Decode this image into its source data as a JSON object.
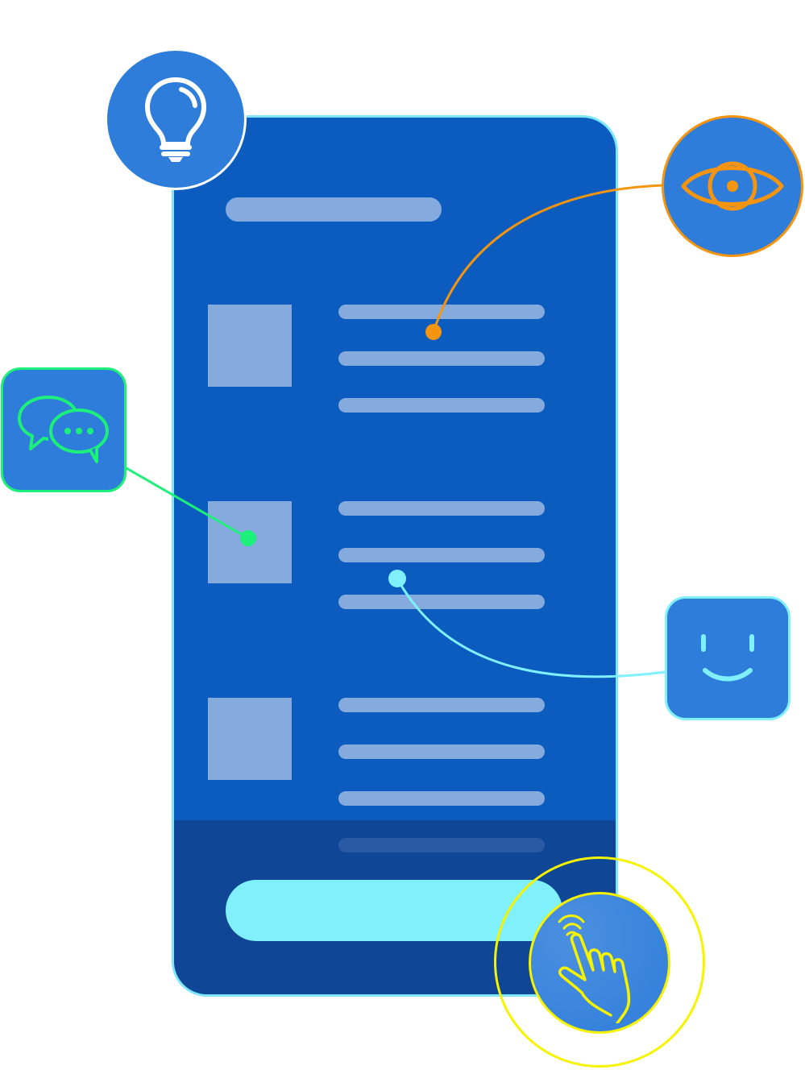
{
  "colors": {
    "phone_body": "#0c5cbf",
    "phone_border": "#7de6fb",
    "footer": "#104696",
    "placeholder": "#84aade",
    "cta": "#7ff0fc",
    "badge_fill": "#2f7ddb",
    "eye_accent": "#f5950f",
    "chat_accent": "#1df07a",
    "smile_accent": "#7ff0fc",
    "touch_accent": "#f5f300"
  },
  "icons": {
    "idea": "lightbulb-icon",
    "view": "eye-icon",
    "chat": "chat-bubbles-icon",
    "feedback": "smiley-face-icon",
    "touch": "tap-hand-icon"
  },
  "list_items": [
    {
      "lines": 3
    },
    {
      "lines": 3
    },
    {
      "lines": 3
    }
  ]
}
